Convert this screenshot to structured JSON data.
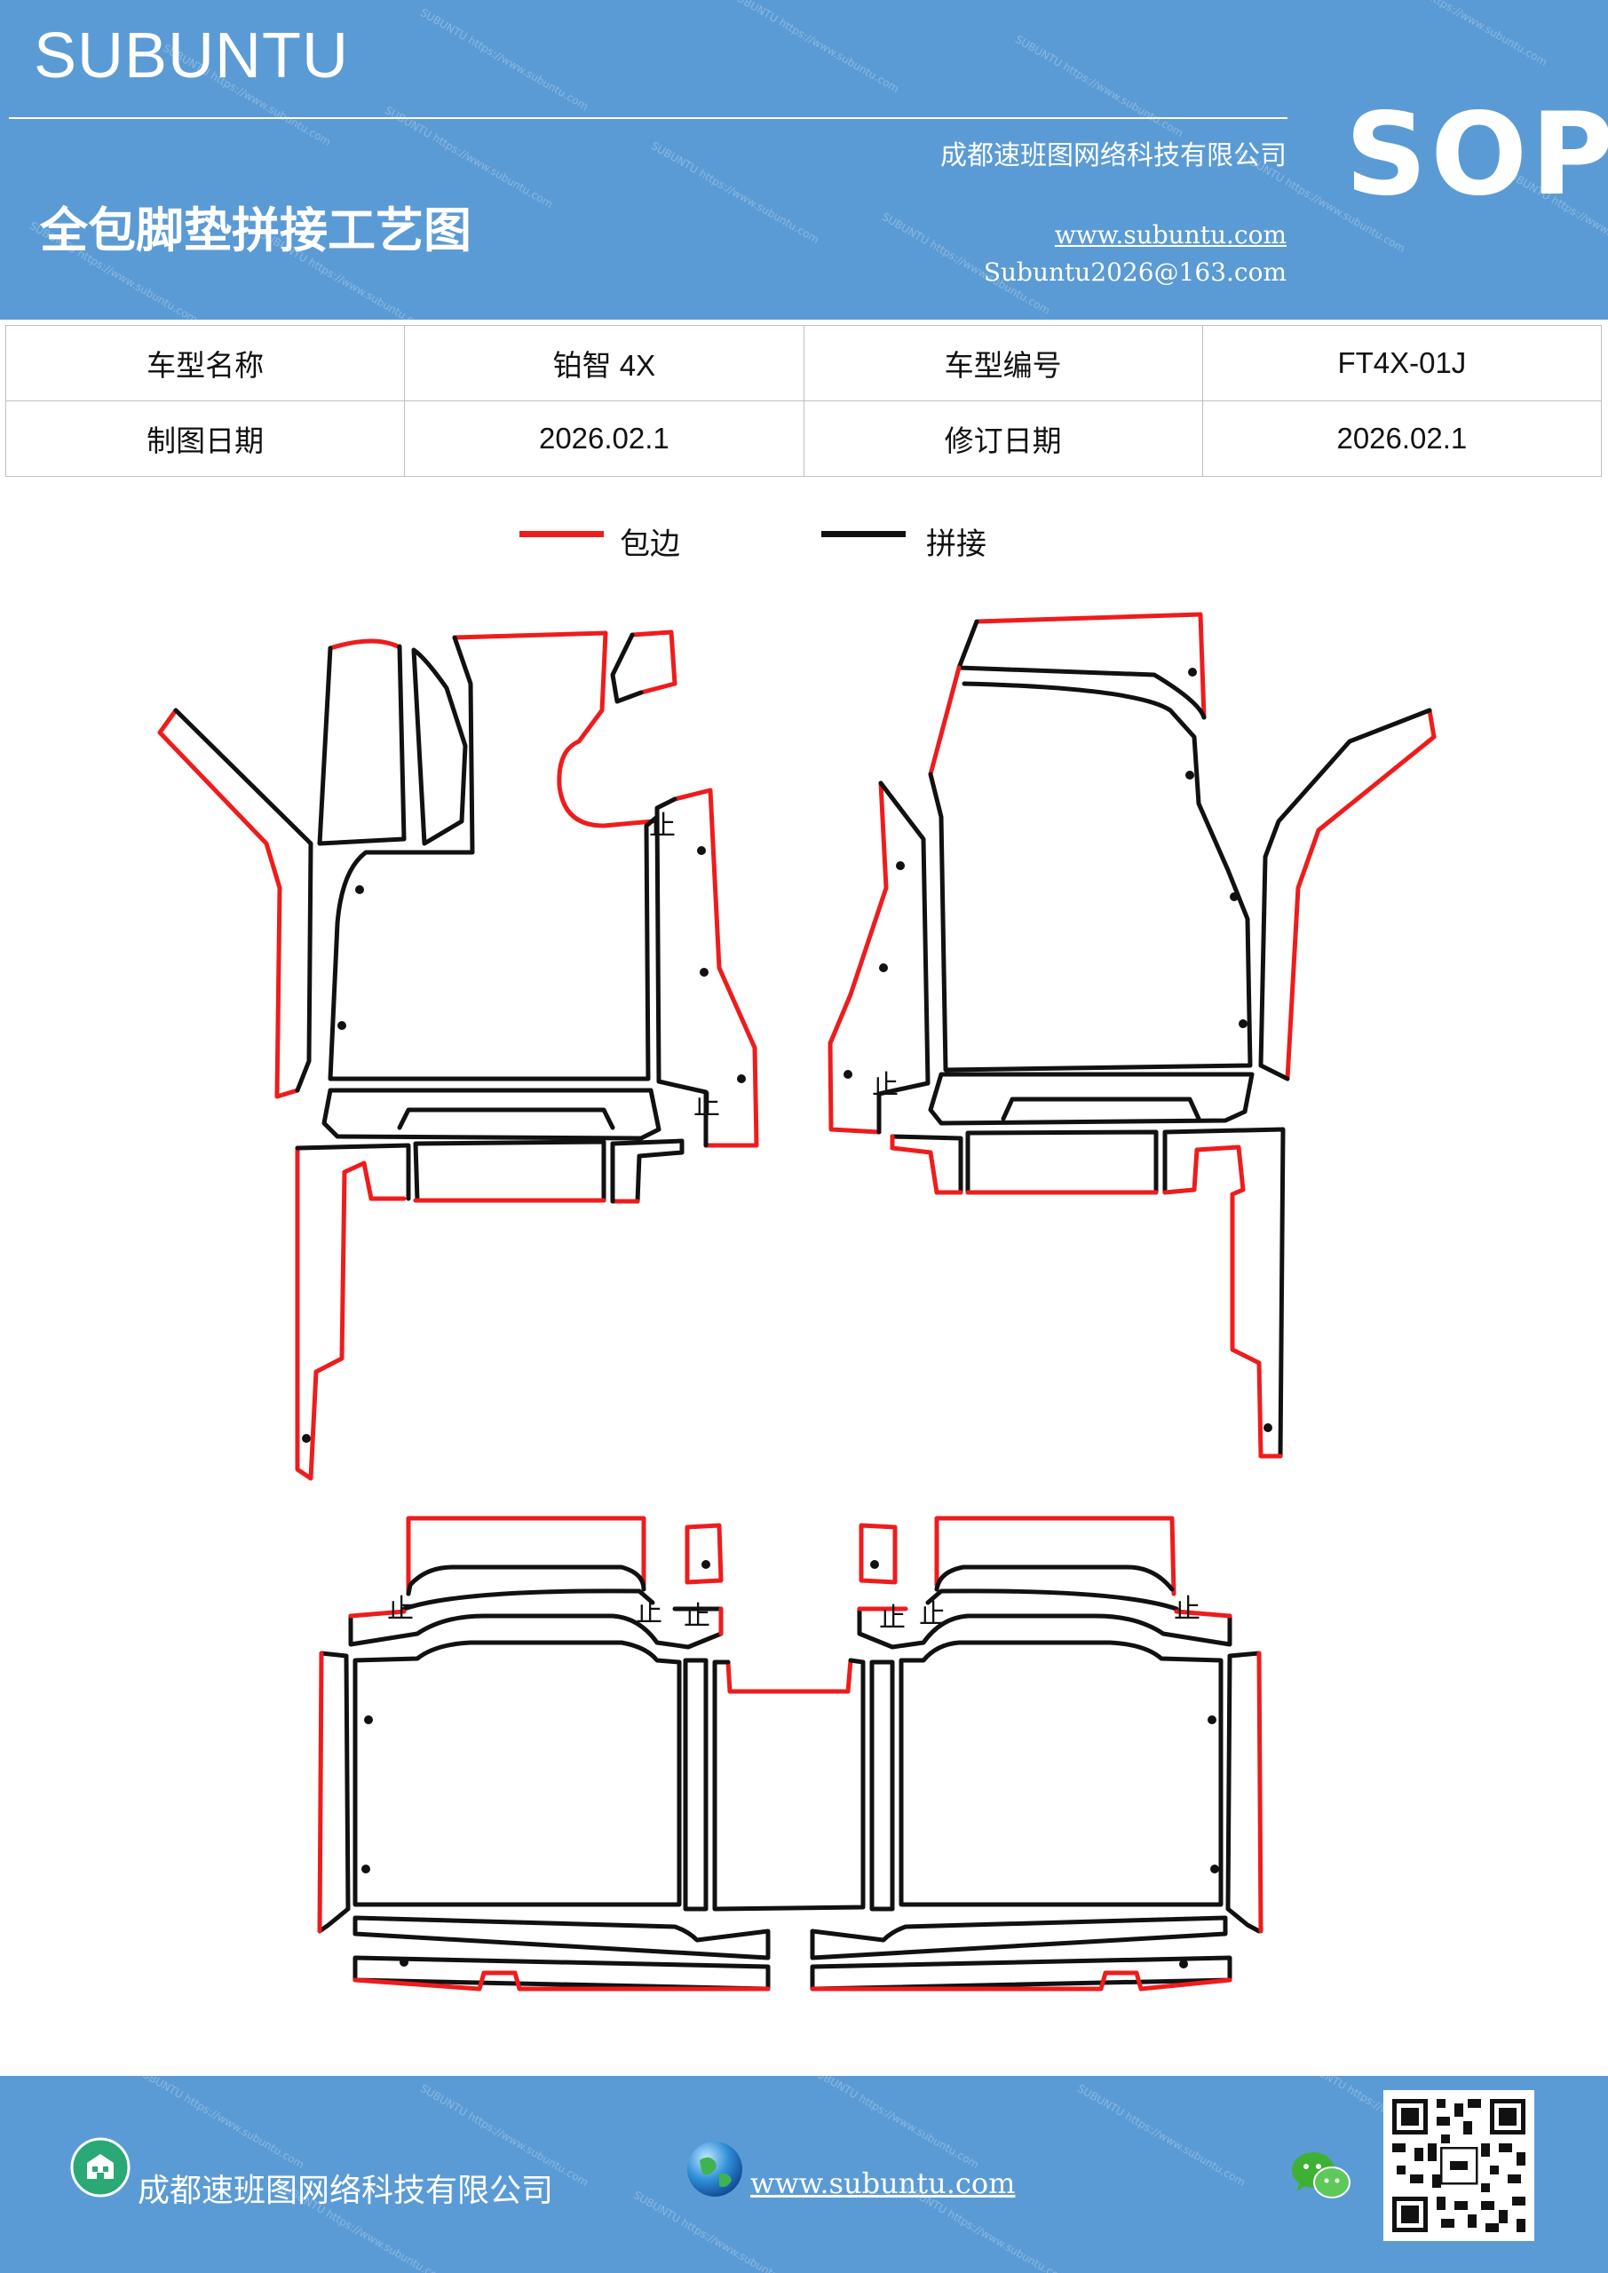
{
  "header": {
    "brand": "SUBUNTU",
    "badge": "SOP",
    "company": "成都速班图网络科技有限公司",
    "title": "全包脚垫拼接工艺图",
    "website": "www.subuntu.com",
    "email": "Subuntu2026@163.com",
    "watermark": "SUBUNTU https://www.subuntu.com"
  },
  "info": {
    "model_name_label": "车型名称",
    "model_name": "铂智 4X",
    "model_code_label": "车型编号",
    "model_code": "FT4X-01J",
    "draw_date_label": "制图日期",
    "draw_date": "2026.02.1",
    "revise_date_label": "修订日期",
    "revise_date": "2026.02.1"
  },
  "legend": {
    "edge_label": "包边",
    "edge_color": "#ee1c1c",
    "splice_label": "拼接",
    "splice_color": "#111111"
  },
  "diagram": {
    "mark": "止"
  },
  "footer": {
    "company": "成都速班图网络科技有限公司",
    "website": "www.subuntu.com",
    "icons": [
      "building-icon",
      "globe-icon",
      "wechat-icon",
      "qr-code"
    ]
  }
}
